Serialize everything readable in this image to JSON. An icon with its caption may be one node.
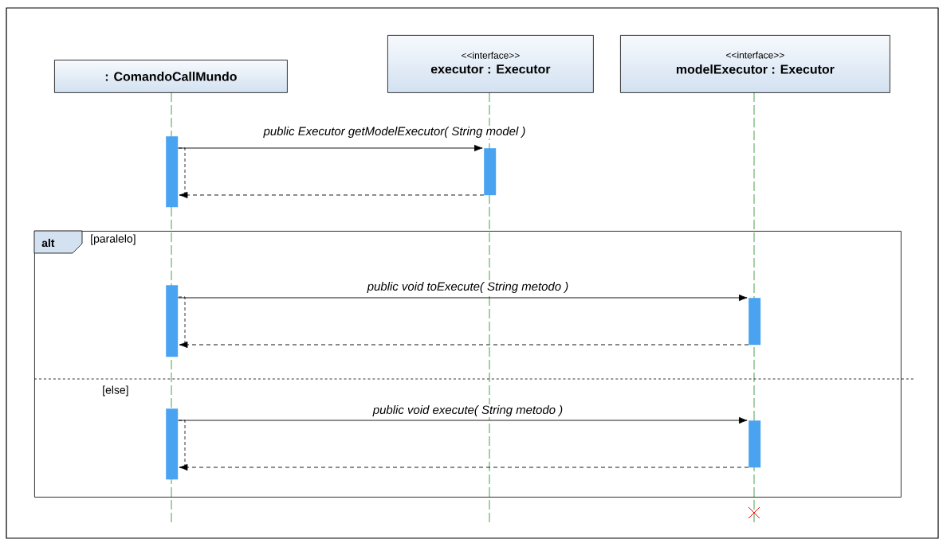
{
  "diagram": {
    "nodes": [
      {
        "text": [
          ": ComandoCallMundo"
        ]
      },
      {
        "text": [
          "<<interface>>",
          "executor : Executor"
        ]
      },
      {
        "text": [
          "<<interface>>",
          "modelExecutor : Executor"
        ]
      },
      {
        "text": [
          "alt",
          "[paralelo]",
          "[else]"
        ]
      },
      {
        "text": [],
        "shape": "bar"
      },
      {
        "text": [],
        "shape": "bar"
      },
      {
        "text": [],
        "shape": "bar",
        "in": 3
      },
      {
        "text": [],
        "shape": "bar",
        "in": 3
      },
      {
        "text": [],
        "shape": "bar",
        "in": 3
      },
      {
        "text": [],
        "shape": "bar",
        "in": 3
      }
    ],
    "edges": [
      {
        "from": 4,
        "to": 5,
        "arrow": "to",
        "label": "public Executor getModelExecutor( String model )"
      },
      {
        "from": 5,
        "to": 4,
        "arrow": "to",
        "style": "dashed"
      },
      {
        "from": 6,
        "to": 7,
        "arrow": "to",
        "label": "public void toExecute( String metodo )"
      },
      {
        "from": 7,
        "to": 6,
        "arrow": "to",
        "style": "dashed"
      },
      {
        "from": 8,
        "to": 9,
        "arrow": "to",
        "label": "public void execute( String metodo )"
      },
      {
        "from": 9,
        "to": 8,
        "arrow": "to",
        "style": "dashed"
      }
    ]
  }
}
